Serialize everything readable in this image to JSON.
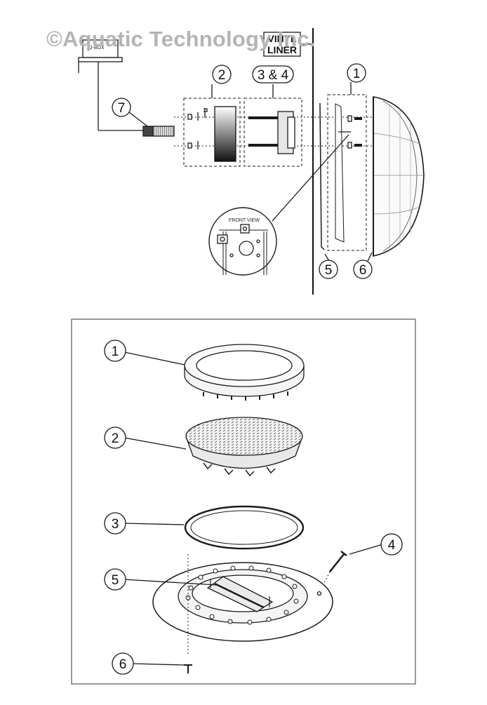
{
  "watermark": "©Aquatic Technology Inc.",
  "top_diagram": {
    "jbox_label": "J-BOX",
    "vinyl_liner_label": [
      "VINYL",
      "LINER"
    ],
    "front_view_label": "FRONT VIEW",
    "callouts": [
      "1",
      "2",
      "3 & 4",
      "5",
      "6",
      "7"
    ]
  },
  "bottom_diagram": {
    "callouts": [
      "1",
      "2",
      "3",
      "4",
      "5",
      "6"
    ]
  },
  "colors": {
    "line": "#1a1a1a",
    "frame": "#555555",
    "watermark": "#b4b4b4"
  }
}
